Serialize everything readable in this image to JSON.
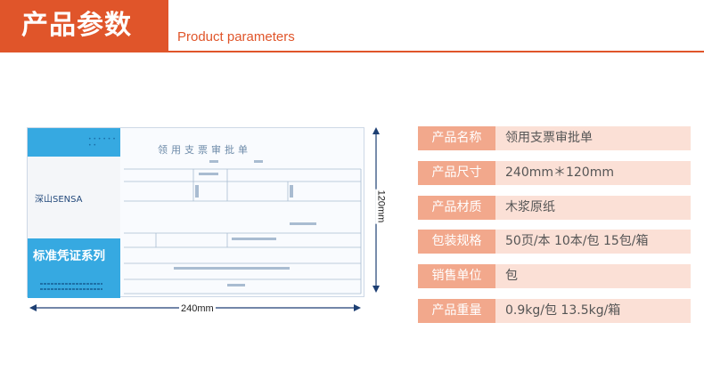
{
  "header": {
    "title": "产品参数",
    "subtitle": "Product parameters",
    "accent_color": "#e0552a"
  },
  "product_image": {
    "form_title": "领用支票审批单",
    "brand": "深山SENSA",
    "series": "标准凭证系列"
  },
  "dimensions": {
    "width_label": "240mm",
    "height_label": "120mm"
  },
  "specs": [
    {
      "label": "产品名称",
      "value": "领用支票审批单"
    },
    {
      "label": "产品尺寸",
      "value": "240mm＊120mm"
    },
    {
      "label": "产品材质",
      "value": "木浆原纸"
    },
    {
      "label": "包装规格",
      "value": "50页/本  10本/包  15包/箱"
    },
    {
      "label": "销售单位",
      "value": "包"
    },
    {
      "label": "产品重量",
      "value": "0.9kg/包  13.5kg/箱"
    }
  ],
  "colors": {
    "label_bg": "#f2a88c",
    "value_bg": "#fbe0d6",
    "cover_blue": "#36a9e1"
  }
}
